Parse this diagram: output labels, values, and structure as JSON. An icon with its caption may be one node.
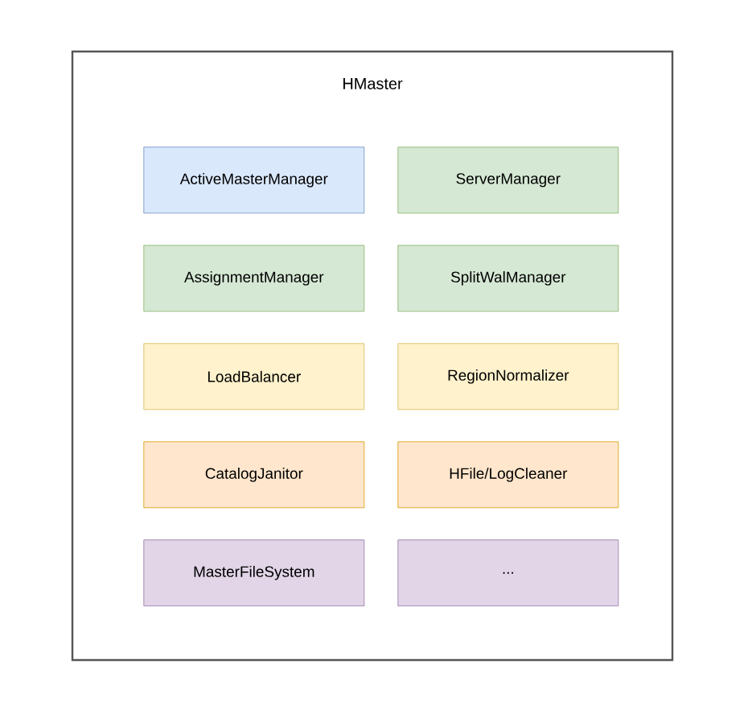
{
  "diagram": {
    "nodes": [
      {
        "text": [
          "HMaster"
        ]
      },
      {
        "text": [
          "ActiveMasterManager"
        ],
        "in": 0
      },
      {
        "text": [
          "ServerManager"
        ],
        "in": 0
      },
      {
        "text": [
          "AssignmentManager"
        ],
        "in": 0
      },
      {
        "text": [
          "SplitWalManager"
        ],
        "in": 0
      },
      {
        "text": [
          "LoadBalancer"
        ],
        "in": 0
      },
      {
        "text": [
          "RegionNormalizer"
        ],
        "in": 0
      },
      {
        "text": [
          "CatalogJanitor"
        ],
        "in": 0
      },
      {
        "text": [
          "HFile/LogCleaner"
        ],
        "in": 0
      },
      {
        "text": [
          "MasterFileSystem"
        ],
        "in": 0
      },
      {
        "text": [
          "..."
        ],
        "in": 0
      }
    ]
  }
}
